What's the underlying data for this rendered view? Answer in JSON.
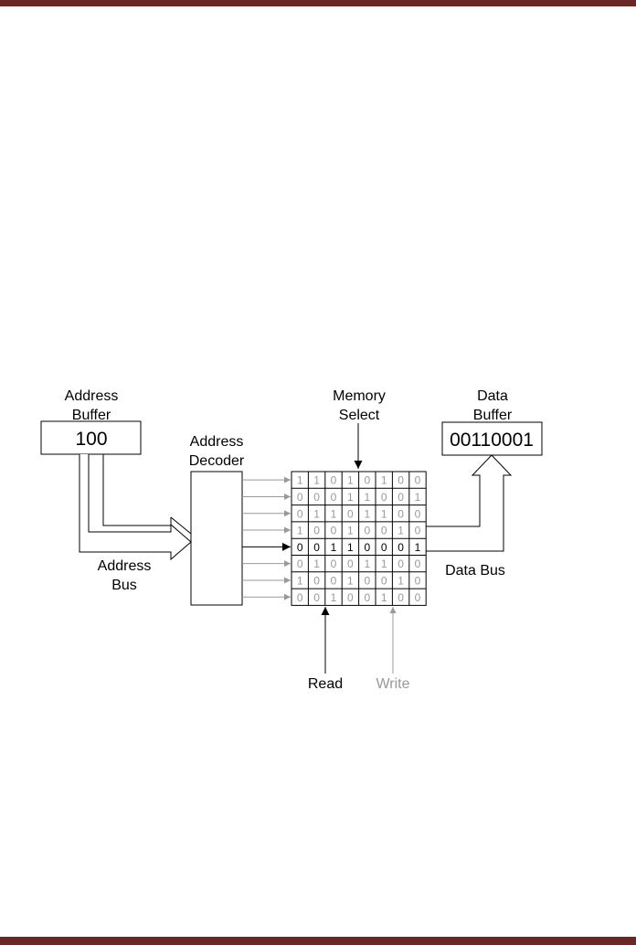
{
  "page": {
    "accent_color": "#6b2626"
  },
  "diagram": {
    "address_buffer": {
      "label_line1": "Address",
      "label_line2": "Buffer",
      "value": "100"
    },
    "address_decoder": {
      "label_line1": "Address",
      "label_line2": "Decoder"
    },
    "memory_select": {
      "label_line1": "Memory",
      "label_line2": "Select"
    },
    "data_buffer": {
      "label_line1": "Data",
      "label_line2": "Buffer",
      "value": "00110001"
    },
    "address_bus": {
      "label_line1": "Address",
      "label_line2": "Bus"
    },
    "data_bus": {
      "label": "Data Bus"
    },
    "read": {
      "label": "Read",
      "color": "#000000"
    },
    "write": {
      "label": "Write",
      "color": "#999999"
    },
    "memory": {
      "selected_row": 4,
      "inactive_color": "#999999",
      "active_color": "#000000",
      "rows": [
        [
          "1",
          "1",
          "0",
          "1",
          "0",
          "1",
          "0",
          "0"
        ],
        [
          "0",
          "0",
          "0",
          "1",
          "1",
          "0",
          "0",
          "1"
        ],
        [
          "0",
          "1",
          "1",
          "0",
          "1",
          "1",
          "0",
          "0"
        ],
        [
          "1",
          "0",
          "0",
          "1",
          "0",
          "0",
          "1",
          "0"
        ],
        [
          "0",
          "0",
          "1",
          "1",
          "0",
          "0",
          "0",
          "1"
        ],
        [
          "0",
          "1",
          "0",
          "0",
          "1",
          "1",
          "0",
          "0"
        ],
        [
          "1",
          "0",
          "0",
          "1",
          "0",
          "0",
          "1",
          "0"
        ],
        [
          "0",
          "0",
          "1",
          "0",
          "0",
          "1",
          "0",
          "0"
        ]
      ]
    }
  }
}
